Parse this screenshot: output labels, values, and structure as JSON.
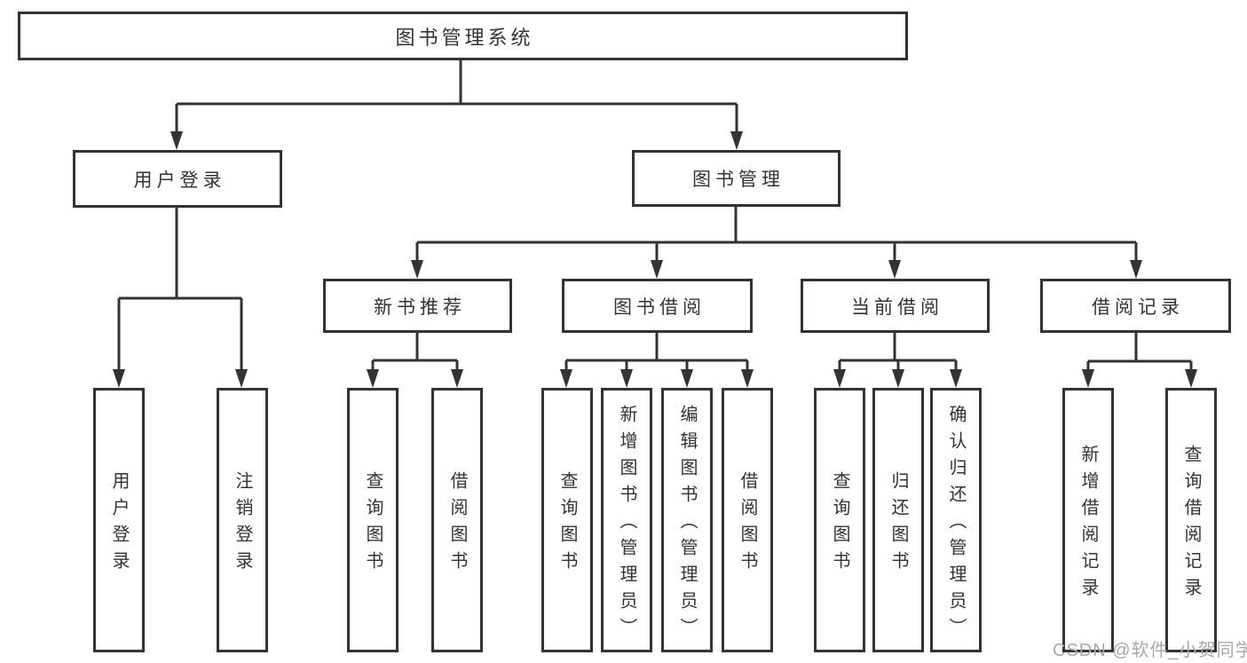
{
  "diagram": {
    "root": {
      "label": "图书管理系统"
    },
    "branches": [
      {
        "label": "用户登录",
        "children": [
          "用户登录",
          "注销登录"
        ]
      },
      {
        "label": "图书管理",
        "sections": [
          {
            "label": "新书推荐",
            "children": [
              "查询图书",
              "借阅图书"
            ]
          },
          {
            "label": "图书借阅",
            "children": [
              "查询图书",
              "新增图书（管理员）",
              "编辑图书（管理员）",
              "借阅图书"
            ]
          },
          {
            "label": "当前借阅",
            "children": [
              "查询图书",
              "归还图书",
              "确认归还（管理员）"
            ]
          },
          {
            "label": "借阅记录",
            "children": [
              "新增借阅记录",
              "查询借阅记录"
            ]
          }
        ]
      }
    ]
  },
  "watermark": "CSDN @软件_小贺同学",
  "colors": {
    "line": "#333333",
    "box_border": "#333333",
    "text": "#333333",
    "background": "#ffffff",
    "watermark": "#a8a8a8"
  }
}
